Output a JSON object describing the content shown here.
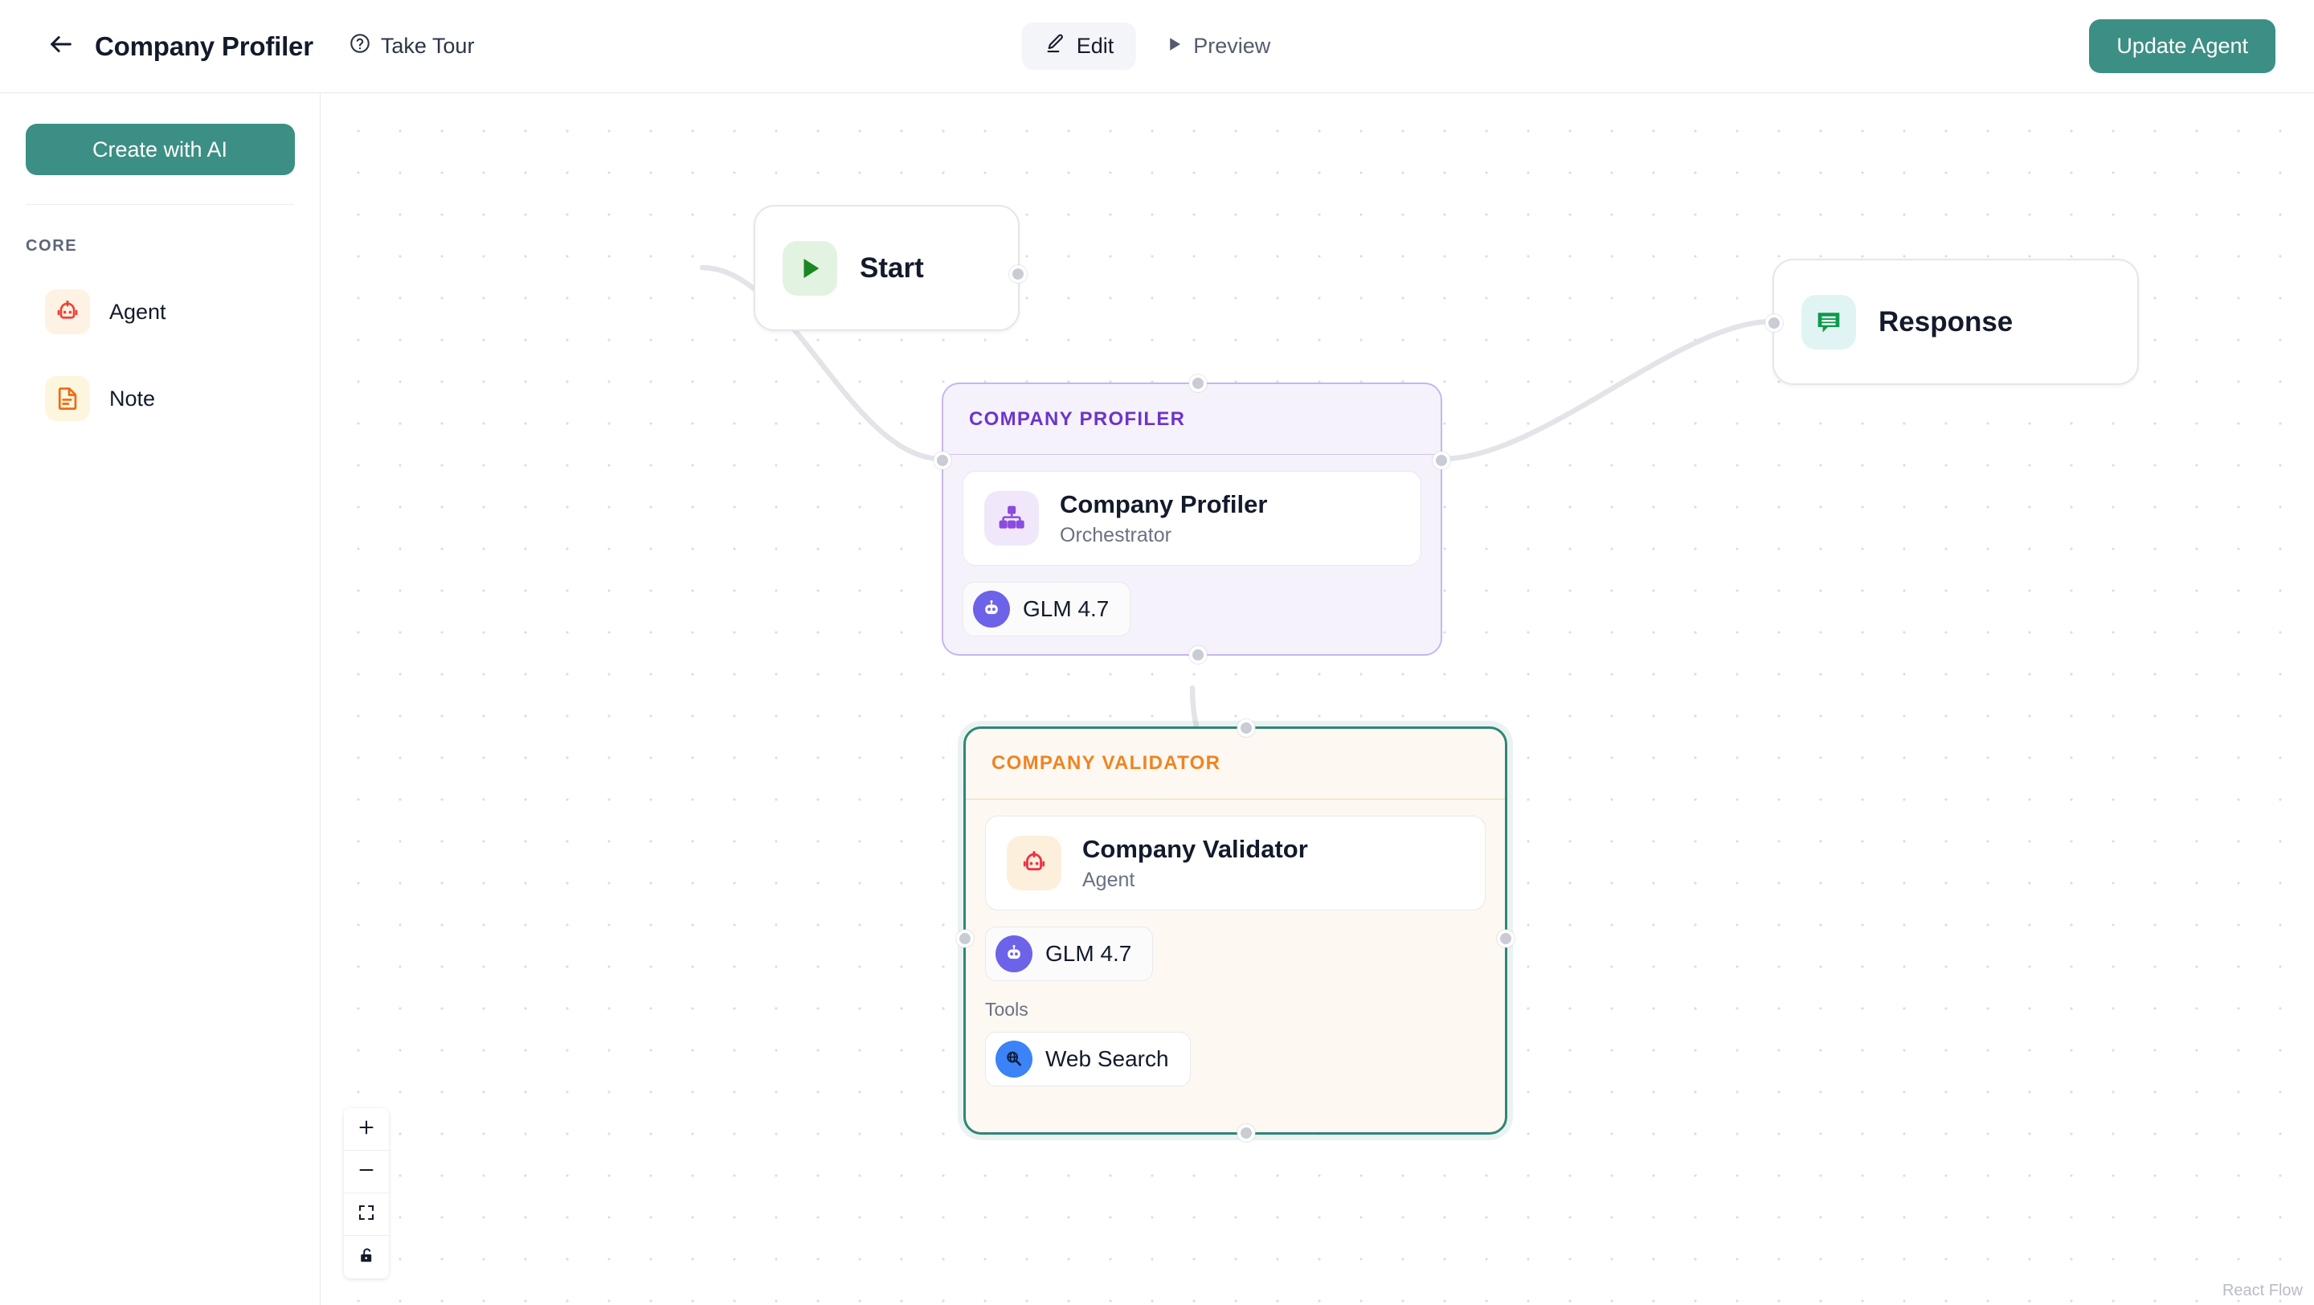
{
  "header": {
    "back_icon": "arrow-left-icon",
    "title": "Company Profiler",
    "help_icon": "question-circle-icon",
    "take_tour": "Take Tour",
    "tabs": [
      {
        "label": "Edit",
        "icon": "pencil-icon",
        "active": true
      },
      {
        "label": "Preview",
        "icon": "play-triangle-icon",
        "active": false
      }
    ],
    "update_button": "Update Agent",
    "accent_color": "#3c8f84"
  },
  "sidebar": {
    "create_button": "Create with AI",
    "section_title": "CORE",
    "items": [
      {
        "label": "Agent",
        "icon": "robot-icon",
        "icon_color": "#ef4335",
        "icon_bg": "#fdf2e4"
      },
      {
        "label": "Note",
        "icon": "note-document-icon",
        "icon_color": "#f06a14",
        "icon_bg": "#fdf6df"
      }
    ]
  },
  "canvas": {
    "attribution": "React Flow",
    "controls": [
      {
        "name": "zoom-in",
        "icon": "plus-icon"
      },
      {
        "name": "zoom-out",
        "icon": "minus-icon"
      },
      {
        "name": "fit-view",
        "icon": "fit-screen-icon"
      },
      {
        "name": "toggle-interactivity",
        "icon": "unlock-icon"
      }
    ],
    "nodes": {
      "start": {
        "label": "Start",
        "icon": "play-triangle-icon",
        "icon_color": "#1a8723",
        "icon_bg": "#e3f3e2"
      },
      "response": {
        "label": "Response",
        "icon": "chat-bubble-icon",
        "icon_color": "#0c9a4d",
        "icon_bg": "#e0f5f3"
      },
      "profiler_group": {
        "header": "COMPANY PROFILER",
        "header_color": "#6d35c9",
        "border_color": "#c7b6ec",
        "title": "Company Profiler",
        "subtitle": "Orchestrator",
        "icon": "org-chart-icon",
        "icon_color": "#8b4ae0",
        "icon_bg": "#f0e7fb",
        "model": {
          "label": "GLM 4.7",
          "avatar_icon": "robot-avatar-icon",
          "avatar_bg": "#6c63e8"
        }
      },
      "validator_group": {
        "header": "COMPANY VALIDATOR",
        "header_color": "#ef8421",
        "border_color": "#2f8676",
        "title": "Company Validator",
        "subtitle": "Agent",
        "icon": "robot-icon",
        "icon_color": "#ee3146",
        "icon_bg": "#fcf0dc",
        "model": {
          "label": "GLM 4.7",
          "avatar_icon": "robot-avatar-icon",
          "avatar_bg": "#6c63e8"
        },
        "tools_label": "Tools",
        "tools": [
          {
            "label": "Web Search",
            "icon": "globe-search-icon",
            "avatar_bg": "#3b83f6"
          }
        ]
      }
    }
  }
}
